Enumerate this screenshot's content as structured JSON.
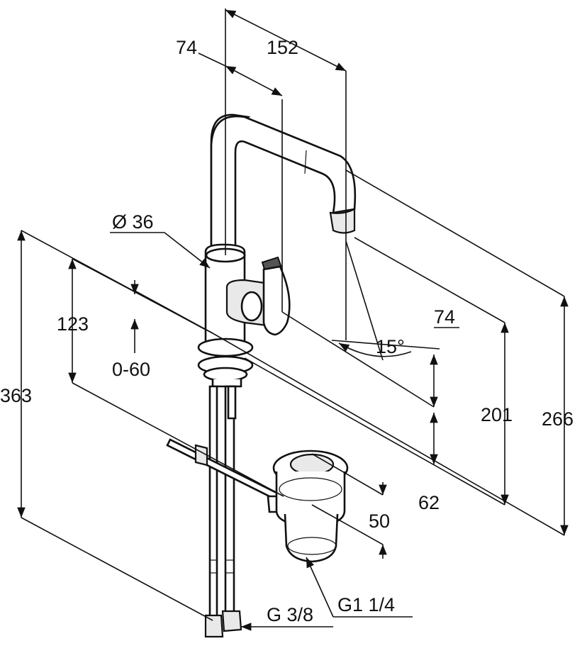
{
  "dimensions": {
    "top_74": "74",
    "top_152": "152",
    "diameter": "Ø 36",
    "d_123": "123",
    "d_0_60": "0-60",
    "d_363": "363",
    "right_74": "74",
    "angle": "15°",
    "d_201": "201",
    "d_266": "266",
    "d_62": "62",
    "d_50": "50",
    "thread_g38": "G 3/8",
    "thread_g114": "G1 1/4"
  },
  "colors": {
    "ink": "#111111",
    "background": "#ffffff",
    "shade": "#e9e9e9"
  }
}
